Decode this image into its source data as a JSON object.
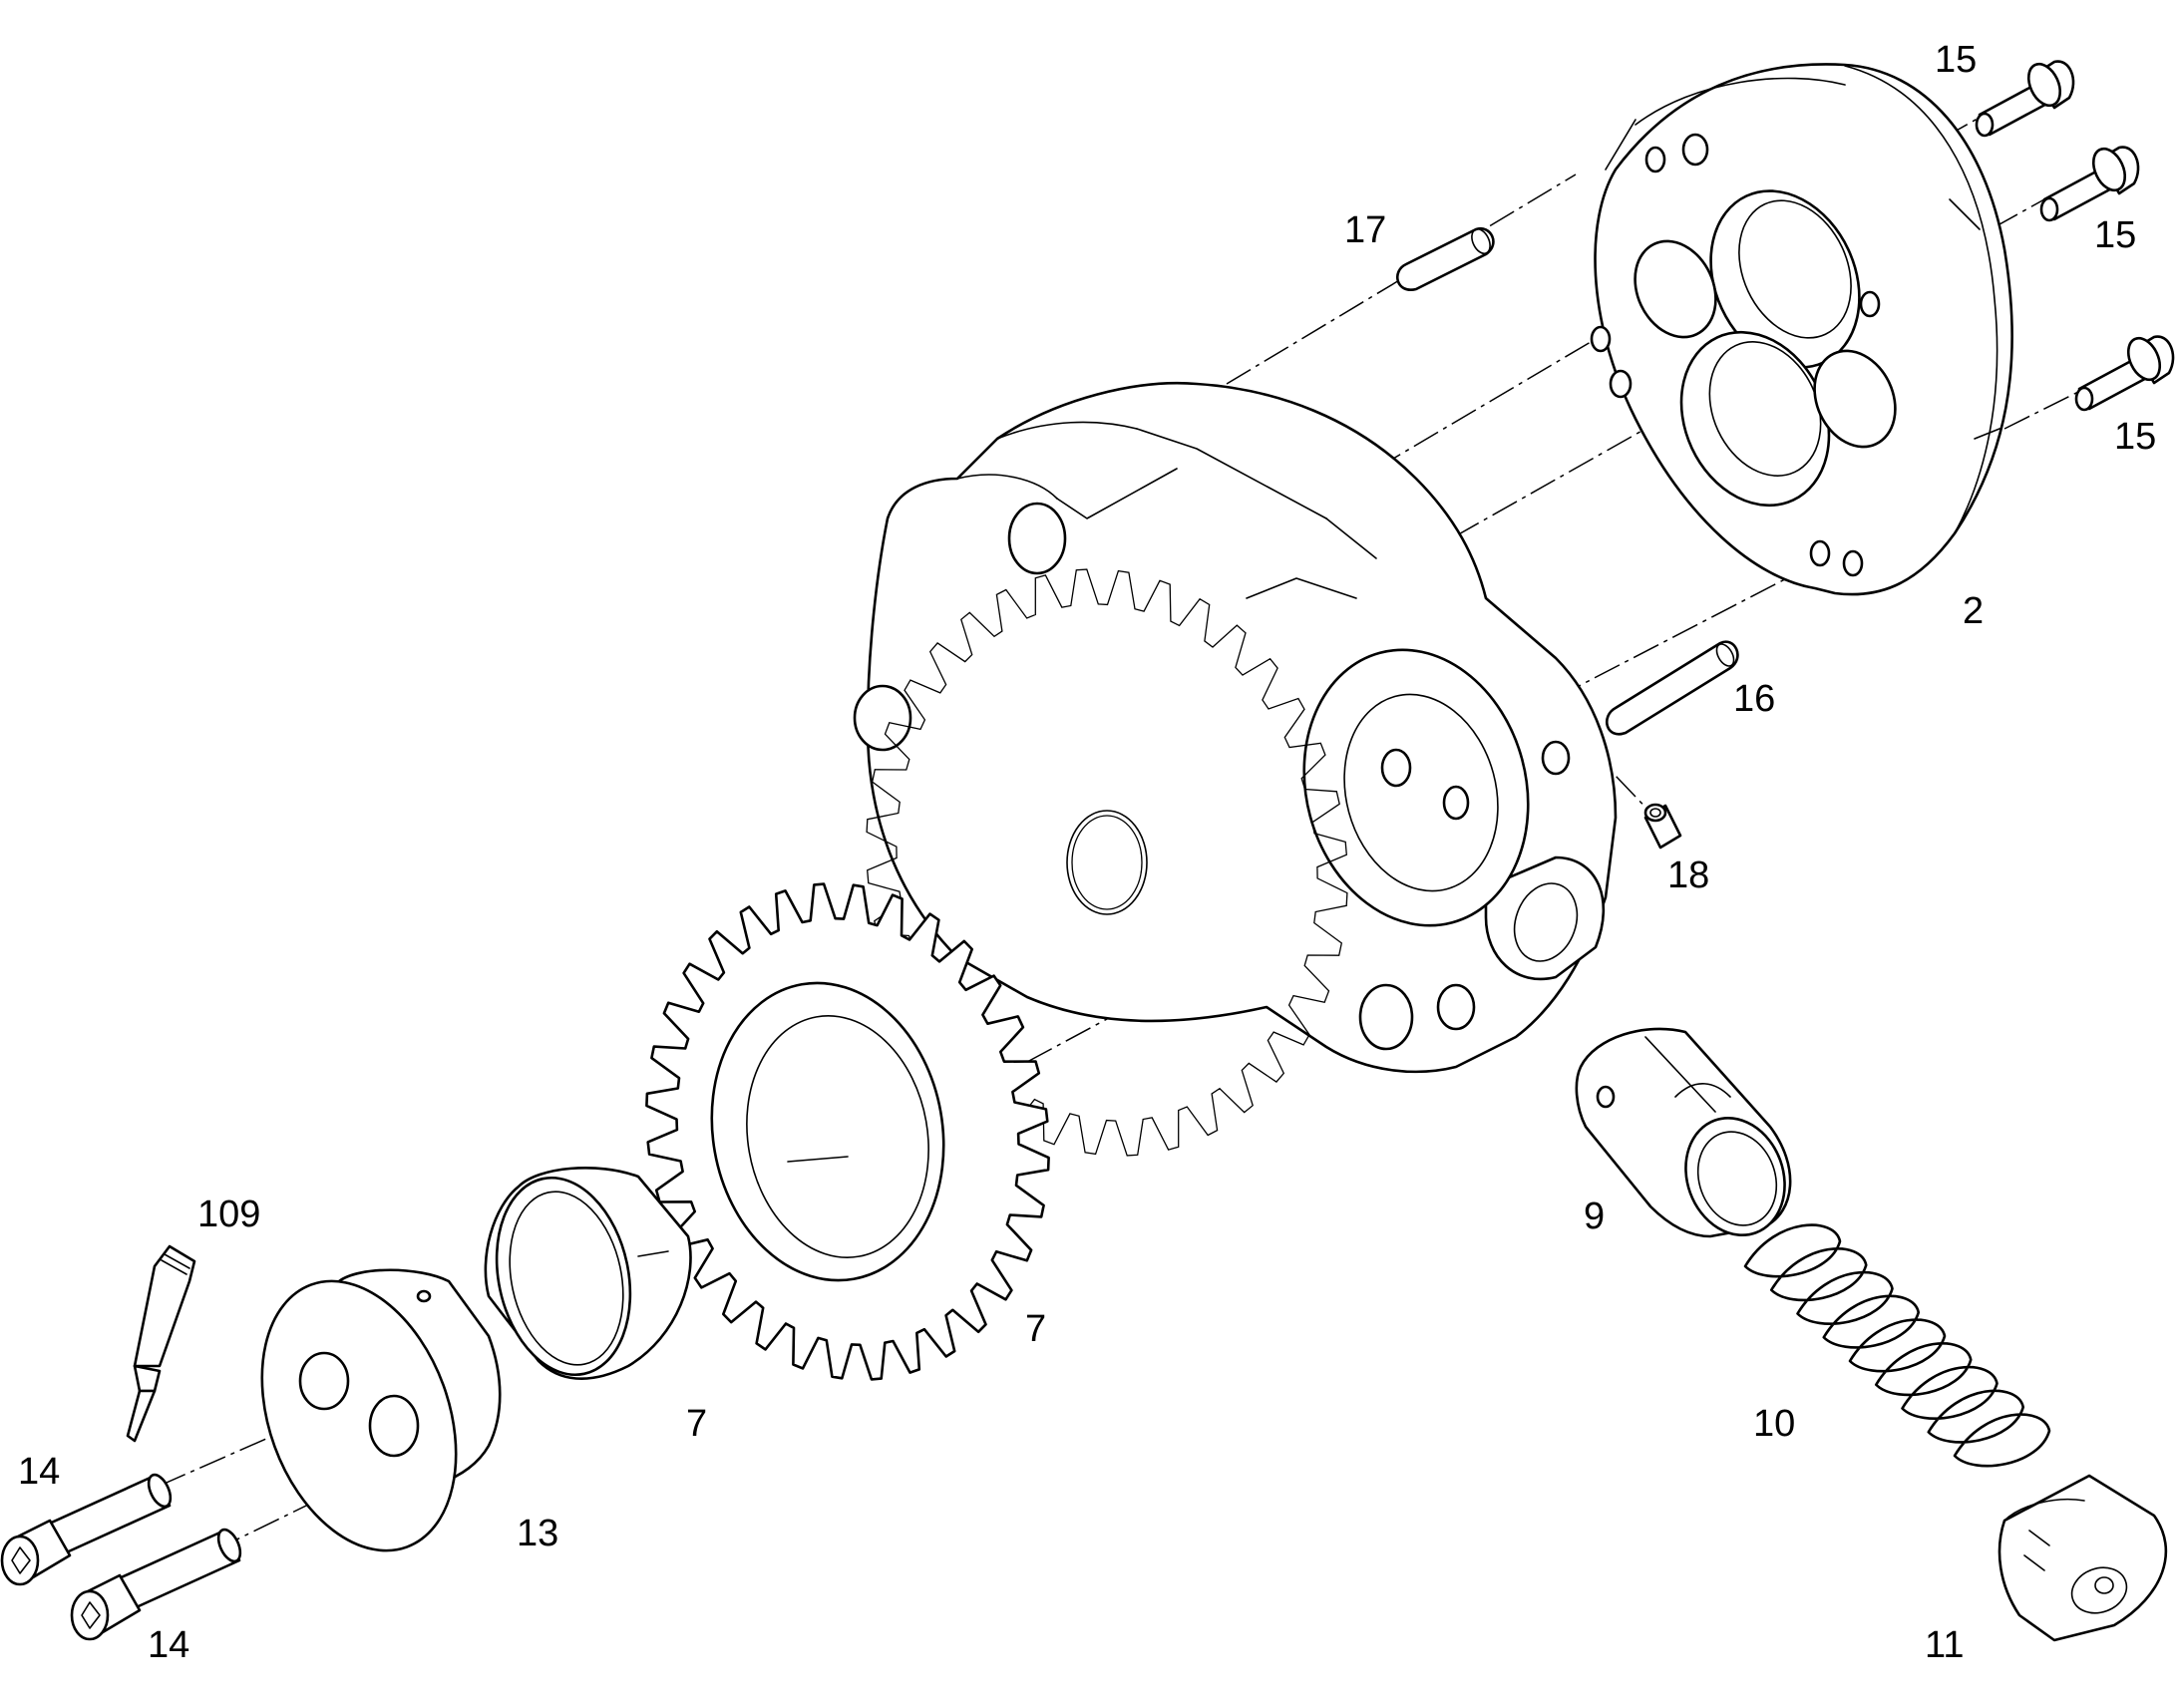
{
  "diagram": {
    "type": "exploded-parts-view",
    "line_color": "#000000",
    "background": "#ffffff",
    "callouts": {
      "c15a": "15",
      "c15b": "15",
      "c15c": "15",
      "c17": "17",
      "c2": "2",
      "c16": "16",
      "c18": "18",
      "c9": "9",
      "c7a": "7",
      "c7b": "7",
      "c10": "10",
      "c109": "109",
      "c14a": "14",
      "c14b": "14",
      "c13": "13",
      "c11": "11"
    }
  }
}
